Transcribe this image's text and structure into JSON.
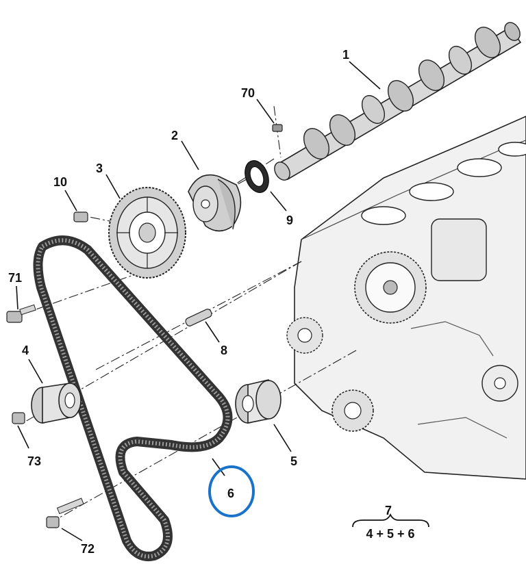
{
  "callouts": {
    "p1": "1",
    "p2": "2",
    "p3": "3",
    "p4": "4",
    "p5": "5",
    "p6": "6",
    "p8": "8",
    "p9": "9",
    "p10": "10",
    "p70": "70",
    "p71": "71",
    "p72": "72",
    "p73": "73",
    "kit": "7"
  },
  "kit_formula": "4 + 5 + 6",
  "highlight_color": "#1a73c9",
  "icons": [
    "camshaft",
    "sprocket",
    "tensioner-roller",
    "idler-roller",
    "timing-belt",
    "bolt",
    "seal",
    "engine-block"
  ]
}
